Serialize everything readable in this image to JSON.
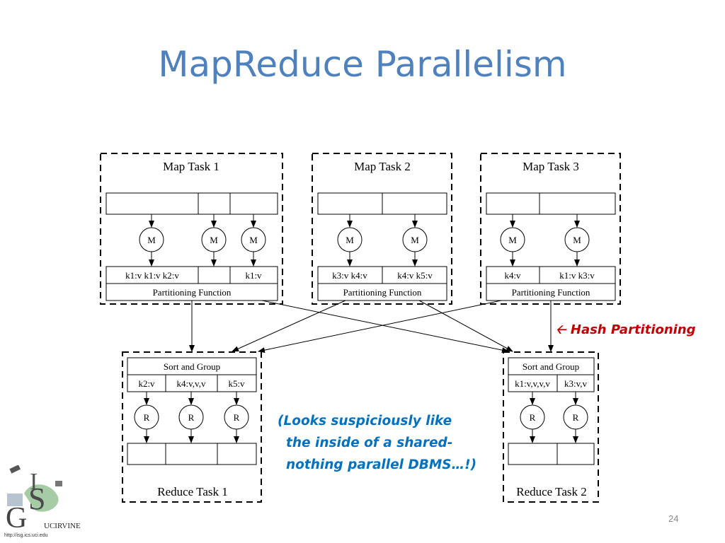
{
  "slide": {
    "title": "MapReduce Parallelism",
    "page_number": "24"
  },
  "diagram": {
    "map_tasks": [
      {
        "title": "Map Task 1",
        "mapper_label": "M",
        "outputs": [
          "k1:v k1:v k2:v",
          "",
          "k1:v"
        ],
        "partition_label": "Partitioning Function"
      },
      {
        "title": "Map Task 2",
        "mapper_label": "M",
        "outputs": [
          "k3:v k4:v",
          "k4:v k5:v"
        ],
        "partition_label": "Partitioning Function"
      },
      {
        "title": "Map Task 3",
        "mapper_label": "M",
        "outputs": [
          "k4:v",
          "k1:v k3:v"
        ],
        "partition_label": "Partitioning Function"
      }
    ],
    "reduce_tasks": [
      {
        "title": "Reduce Task 1",
        "sort_label": "Sort and Group",
        "groups": [
          "k2:v",
          "k4:v,v,v",
          "k5:v"
        ],
        "reducer_label": "R"
      },
      {
        "title": "Reduce Task 2",
        "sort_label": "Sort and Group",
        "groups": [
          "k1:v,v,v,v",
          "k3:v,v"
        ],
        "reducer_label": "R"
      }
    ]
  },
  "annotations": {
    "hash_arrow": "🡠",
    "hash_text": "Hash Partitioning",
    "note_lines": [
      "(Looks suspiciously like",
      "the inside of a shared-",
      "nothing parallel DBMS…!)"
    ]
  },
  "logo": {
    "letters": [
      "I",
      "S",
      "G"
    ],
    "institution": "UCIRVINE",
    "url": "http://isg.ics.uci.edu"
  },
  "colors": {
    "title": "#4f81bd",
    "hash_annotation": "#c00000",
    "note_annotation": "#0070c0"
  }
}
